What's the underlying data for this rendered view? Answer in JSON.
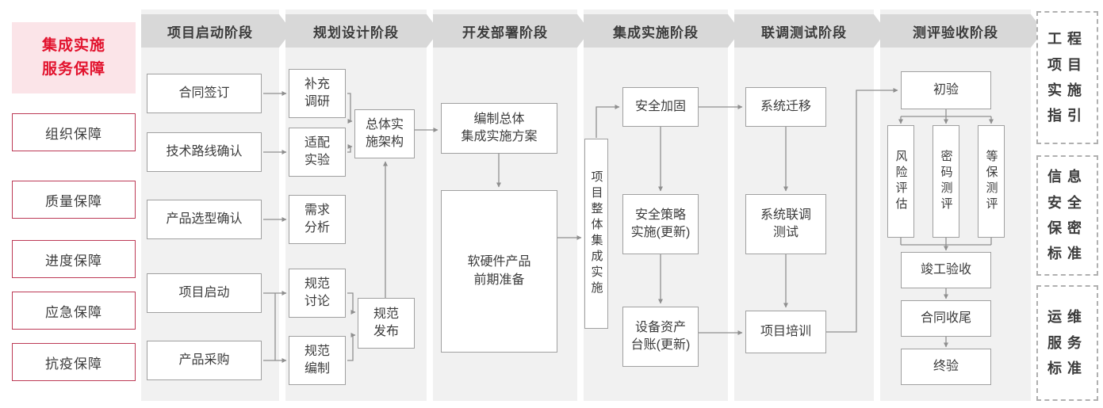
{
  "left_panel": {
    "title": "集成实施\n服务保障",
    "guarantees": [
      {
        "label": "组织保障"
      },
      {
        "label": "质量保障"
      },
      {
        "label": "进度保障"
      },
      {
        "label": "应急保障"
      },
      {
        "label": "抗疫保障"
      }
    ]
  },
  "phases": [
    {
      "label": "项目启动阶段",
      "steps": [
        {
          "label": "合同签订"
        },
        {
          "label": "技术路线确认"
        },
        {
          "label": "产品选型确认"
        },
        {
          "label": "项目启动"
        },
        {
          "label": "产品采购"
        }
      ]
    },
    {
      "label": "规划设计阶段",
      "steps": [
        {
          "label": "补充\n调研"
        },
        {
          "label": "适配\n实验"
        },
        {
          "label": "需求\n分析"
        },
        {
          "label": "规范\n讨论"
        },
        {
          "label": "规范\n编制"
        },
        {
          "label": "总体实\n施架构"
        },
        {
          "label": "规范\n发布"
        }
      ]
    },
    {
      "label": "开发部署阶段",
      "steps": [
        {
          "label": "编制总体\n集成实施方案"
        },
        {
          "label": "软硬件产品\n前期准备"
        }
      ]
    },
    {
      "label": "集成实施阶段",
      "steps": [
        {
          "label": "项目整体集成实施"
        },
        {
          "label": "安全加固"
        },
        {
          "label": "安全策略\n实施(更新)"
        },
        {
          "label": "设备资产\n台账(更新)"
        }
      ]
    },
    {
      "label": "联调测试阶段",
      "steps": [
        {
          "label": "系统迁移"
        },
        {
          "label": "系统联调\n测试"
        },
        {
          "label": "项目培训"
        }
      ]
    },
    {
      "label": "测评验收阶段",
      "steps": [
        {
          "label": "初验"
        },
        {
          "label": "风险评估"
        },
        {
          "label": "密码测评"
        },
        {
          "label": "等保测评"
        },
        {
          "label": "竣工验收"
        },
        {
          "label": "合同收尾"
        },
        {
          "label": "终验"
        }
      ]
    }
  ],
  "right_panel": {
    "standards": [
      {
        "label": "工程\n项目\n实施\n指引"
      },
      {
        "label": "信息\n安全\n保密\n标准"
      },
      {
        "label": "运维\n服务\n标准"
      }
    ]
  },
  "colors": {
    "accent_red": "#e2132e",
    "accent_red_bg": "#fbe4e8",
    "guarantee_border": "#bd3a56",
    "band_gray": "#f1f1f1",
    "chevron_gray": "#d8d8d8",
    "node_border": "#a0a0a0",
    "arrow_gray": "#8f8f8f",
    "text": "#3c3c3c"
  }
}
